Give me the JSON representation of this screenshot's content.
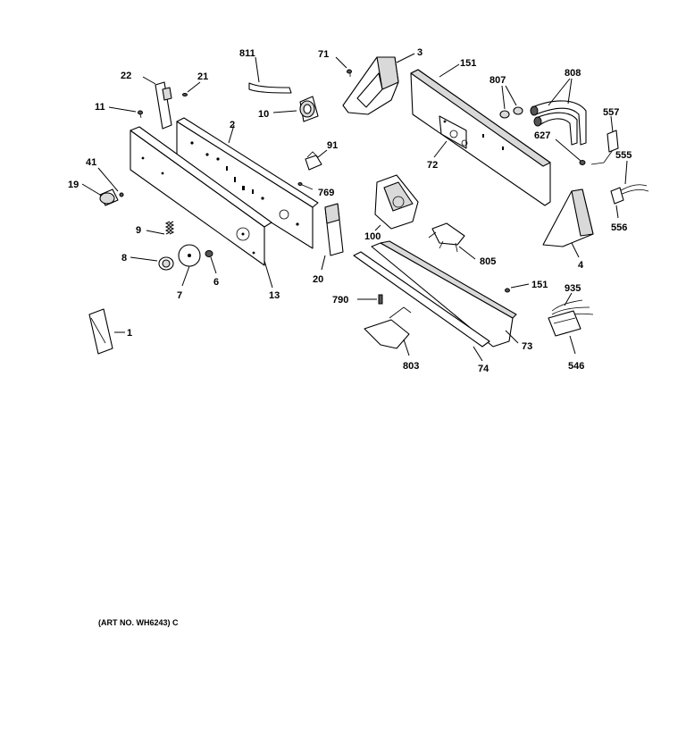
{
  "labels": {
    "l811": "811",
    "l71": "71",
    "l3": "3",
    "l151a": "151",
    "l807": "807",
    "l808": "808",
    "l22": "22",
    "l21": "21",
    "l11": "11",
    "l10": "10",
    "l2": "2",
    "l557": "557",
    "l627": "627",
    "l91": "91",
    "l72": "72",
    "l555": "555",
    "l41": "41",
    "l19": "19",
    "l769": "769",
    "l556": "556",
    "l100": "100",
    "l9": "9",
    "l805": "805",
    "l4": "4",
    "l8": "8",
    "l6": "6",
    "l151b": "151",
    "l935": "935",
    "l7": "7",
    "l13": "13",
    "l20": "20",
    "l790": "790",
    "l73": "73",
    "l1": "1",
    "l546": "546",
    "l803": "803",
    "l74": "74"
  },
  "art_number": "(ART NO. WH6243) C"
}
